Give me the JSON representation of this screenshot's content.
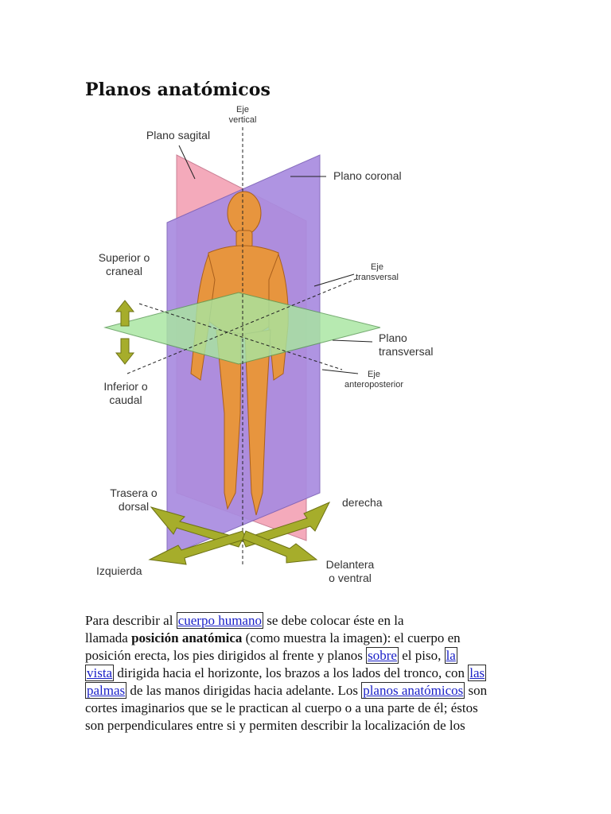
{
  "page": {
    "title": "Planos anatómicos"
  },
  "figure": {
    "labels": {
      "eje_vertical_1": "Eje",
      "eje_vertical_2": "vertical",
      "plano_sagital": "Plano sagital",
      "plano_coronal": "Plano coronal",
      "superior_1": "Superior o",
      "superior_2": "craneal",
      "eje_transversal_1": "Eje",
      "eje_transversal_2": "transversal",
      "plano_transversal_1": "Plano",
      "plano_transversal_2": "transversal",
      "inferior_1": "Inferior o",
      "inferior_2": "caudal",
      "eje_antero_1": "Eje",
      "eje_antero_2": "anteroposterior",
      "trasera_1": "Trasera o",
      "trasera_2": "dorsal",
      "derecha": "derecha",
      "izquierda": "Izquierda",
      "delantera_1": "Delantera",
      "delantera_2": "o ventral"
    },
    "colors": {
      "sagital_plane": "#f4a6b8",
      "coronal_plane": "#a98be0",
      "transverse_plane": "#a8e6a0",
      "body": "#e7953e",
      "arrows": "#a6ad2b"
    }
  },
  "paragraph": {
    "l1_a": "Para describir al ",
    "l1_link": "cuerpo humano",
    "l1_b": " se debe colocar éste en la",
    "l2_a": "llamada ",
    "l2_bold": "posición anatómica",
    "l2_b": " (como muestra la imagen): el cuerpo en",
    "l3_a": "posición erecta, los pies dirigidos al frente y planos ",
    "l3_link1": "sobre",
    "l3_b": " el piso, ",
    "l3_link2": "la",
    "l4_link": "vista",
    "l4_b": " dirigida hacia el horizonte, los brazos a los lados del tronco, con ",
    "l4_link2": "las",
    "l5_link": "palmas",
    "l5_b": " de las manos dirigidas hacia adelante. Los ",
    "l5_link2": "planos anatómicos",
    "l5_c": " son",
    "l6": "cortes imaginarios que se le practican al cuerpo o a una parte de él; éstos",
    "l7": "son perpendiculares entre si y permiten describir la localización de los"
  }
}
